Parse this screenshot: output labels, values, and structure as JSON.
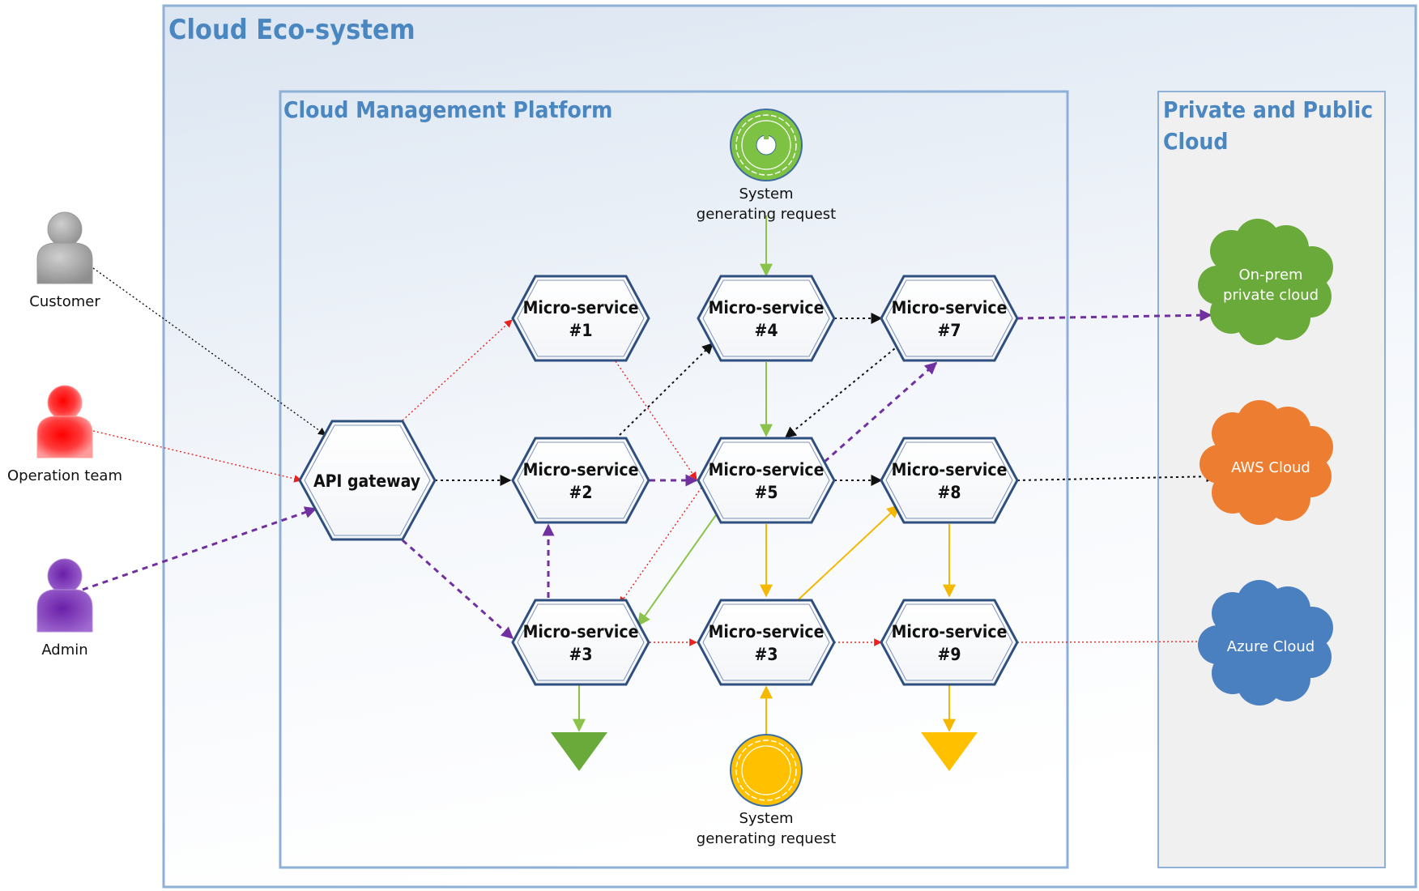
{
  "frames": {
    "ecosystem": {
      "title": "Cloud Eco-system"
    },
    "platform": {
      "title": "Cloud Management Platform"
    },
    "clouds": {
      "title_line1": "Private and Public",
      "title_line2": "Cloud"
    }
  },
  "actors": {
    "customer": {
      "label": "Customer",
      "color": "#a6a6a6"
    },
    "operation": {
      "label": "Operation team",
      "color": "#ff2a2a"
    },
    "admin": {
      "label": "Admin",
      "color": "#7030a0"
    }
  },
  "api_gateway": {
    "label": "API gateway"
  },
  "services": {
    "ms1": {
      "line1": "Micro-service",
      "line2": "#1"
    },
    "ms2": {
      "line1": "Micro-service",
      "line2": "#2"
    },
    "ms3a": {
      "line1": "Micro-service",
      "line2": "#3"
    },
    "ms4": {
      "line1": "Micro-service",
      "line2": "#4"
    },
    "ms5": {
      "line1": "Micro-service",
      "line2": "#5"
    },
    "ms3b": {
      "line1": "Micro-service",
      "line2": "#3"
    },
    "ms7": {
      "line1": "Micro-service",
      "line2": "#7"
    },
    "ms8": {
      "line1": "Micro-service",
      "line2": "#8"
    },
    "ms9": {
      "line1": "Micro-service",
      "line2": "#9"
    }
  },
  "start_events": {
    "top": {
      "line1": "System",
      "line2": "generating request",
      "color": "#7dc242"
    },
    "bottom": {
      "line1": "System",
      "line2": "generating request",
      "color": "#ffc000"
    }
  },
  "clouds": {
    "onprem": {
      "line1": "On-prem",
      "line2": "private cloud",
      "color": "#6aaa3a"
    },
    "aws": {
      "label": "AWS Cloud",
      "color": "#ed7d31"
    },
    "azure": {
      "label": "Azure Cloud",
      "color": "#4a80c0"
    }
  },
  "end_events": {
    "green": {
      "color": "#6aaa3a"
    },
    "yellow": {
      "color": "#ffc000"
    }
  },
  "flow_colors": {
    "black": "#111111",
    "red": "#e8231f",
    "purple": "#7030a0",
    "green": "#8bc34a",
    "yellow": "#f5b800"
  }
}
